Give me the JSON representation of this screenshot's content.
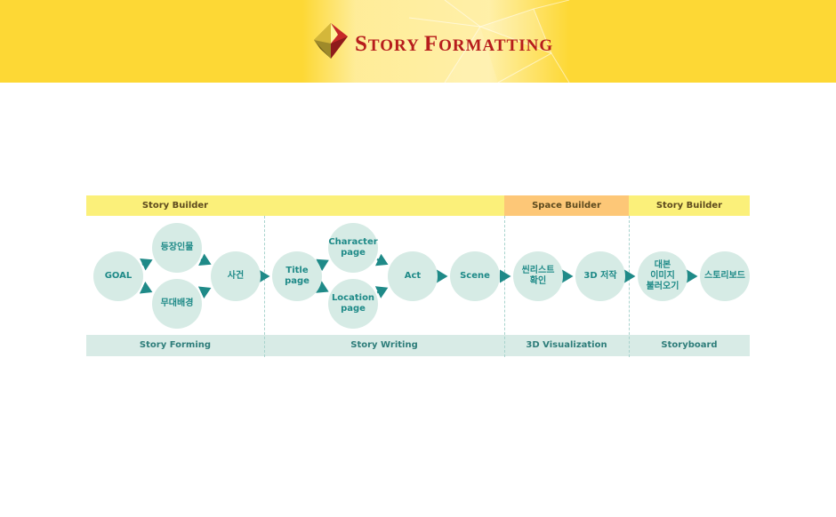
{
  "header": {
    "logo_text_big1": "S",
    "logo_text_small1": "TORY ",
    "logo_text_big2": "F",
    "logo_text_small2": "ORMATTING",
    "logo_icon": "polyhedron-icon",
    "background_color": "#fdd835",
    "title_color": "#b71c1c"
  },
  "diagram": {
    "top_sections": [
      {
        "label": "Story Builder",
        "color": "#fbf07a"
      },
      {
        "label": "Space Builder",
        "color": "#fdc777"
      },
      {
        "label": "Story Builder",
        "color": "#fbf07a"
      }
    ],
    "bottom_sections": [
      {
        "label": "Story Forming"
      },
      {
        "label": "Story Writing"
      },
      {
        "label": "3D Visualization"
      },
      {
        "label": "Storyboard"
      }
    ],
    "nodes": [
      {
        "id": "goal",
        "label": "GOAL"
      },
      {
        "id": "characters",
        "label": "등장인물"
      },
      {
        "id": "stage",
        "label": "무대배경"
      },
      {
        "id": "event",
        "label": "사건"
      },
      {
        "id": "title_page",
        "label": "Title page"
      },
      {
        "id": "character_page",
        "label": "Character\npage"
      },
      {
        "id": "location_page",
        "label": "Location\npage"
      },
      {
        "id": "act",
        "label": "Act"
      },
      {
        "id": "scene",
        "label": "Scene"
      },
      {
        "id": "scene_list",
        "label": "씬리스트\n확인"
      },
      {
        "id": "make_3d",
        "label": "3D 저작"
      },
      {
        "id": "load_images",
        "label": "대본\n이미지\n불러오기"
      },
      {
        "id": "storyboard",
        "label": "스토리보드"
      }
    ],
    "edges": [
      [
        "goal",
        "characters"
      ],
      [
        "goal",
        "stage"
      ],
      [
        "characters",
        "event"
      ],
      [
        "stage",
        "event"
      ],
      [
        "event",
        "title_page"
      ],
      [
        "title_page",
        "character_page"
      ],
      [
        "title_page",
        "location_page"
      ],
      [
        "character_page",
        "act"
      ],
      [
        "location_page",
        "act"
      ],
      [
        "act",
        "scene"
      ],
      [
        "scene",
        "scene_list"
      ],
      [
        "scene_list",
        "make_3d"
      ],
      [
        "make_3d",
        "load_images"
      ],
      [
        "load_images",
        "storyboard"
      ]
    ],
    "node_color": "#d6ebe5",
    "node_text_color": "#1f8a88",
    "arrow_color": "#1f8a88"
  }
}
